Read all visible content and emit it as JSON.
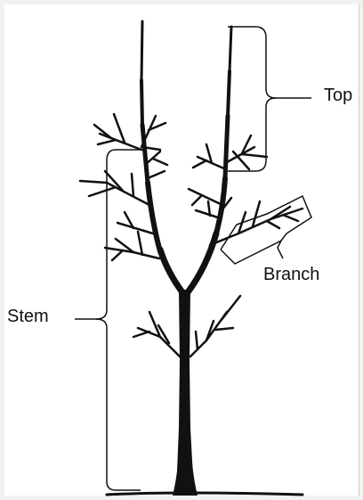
{
  "labels": {
    "top": "Top",
    "branch": "Branch",
    "stem": "Stem"
  },
  "colors": {
    "ink": "#111111",
    "background": "#ffffff",
    "frame": "#f2f2f2"
  }
}
